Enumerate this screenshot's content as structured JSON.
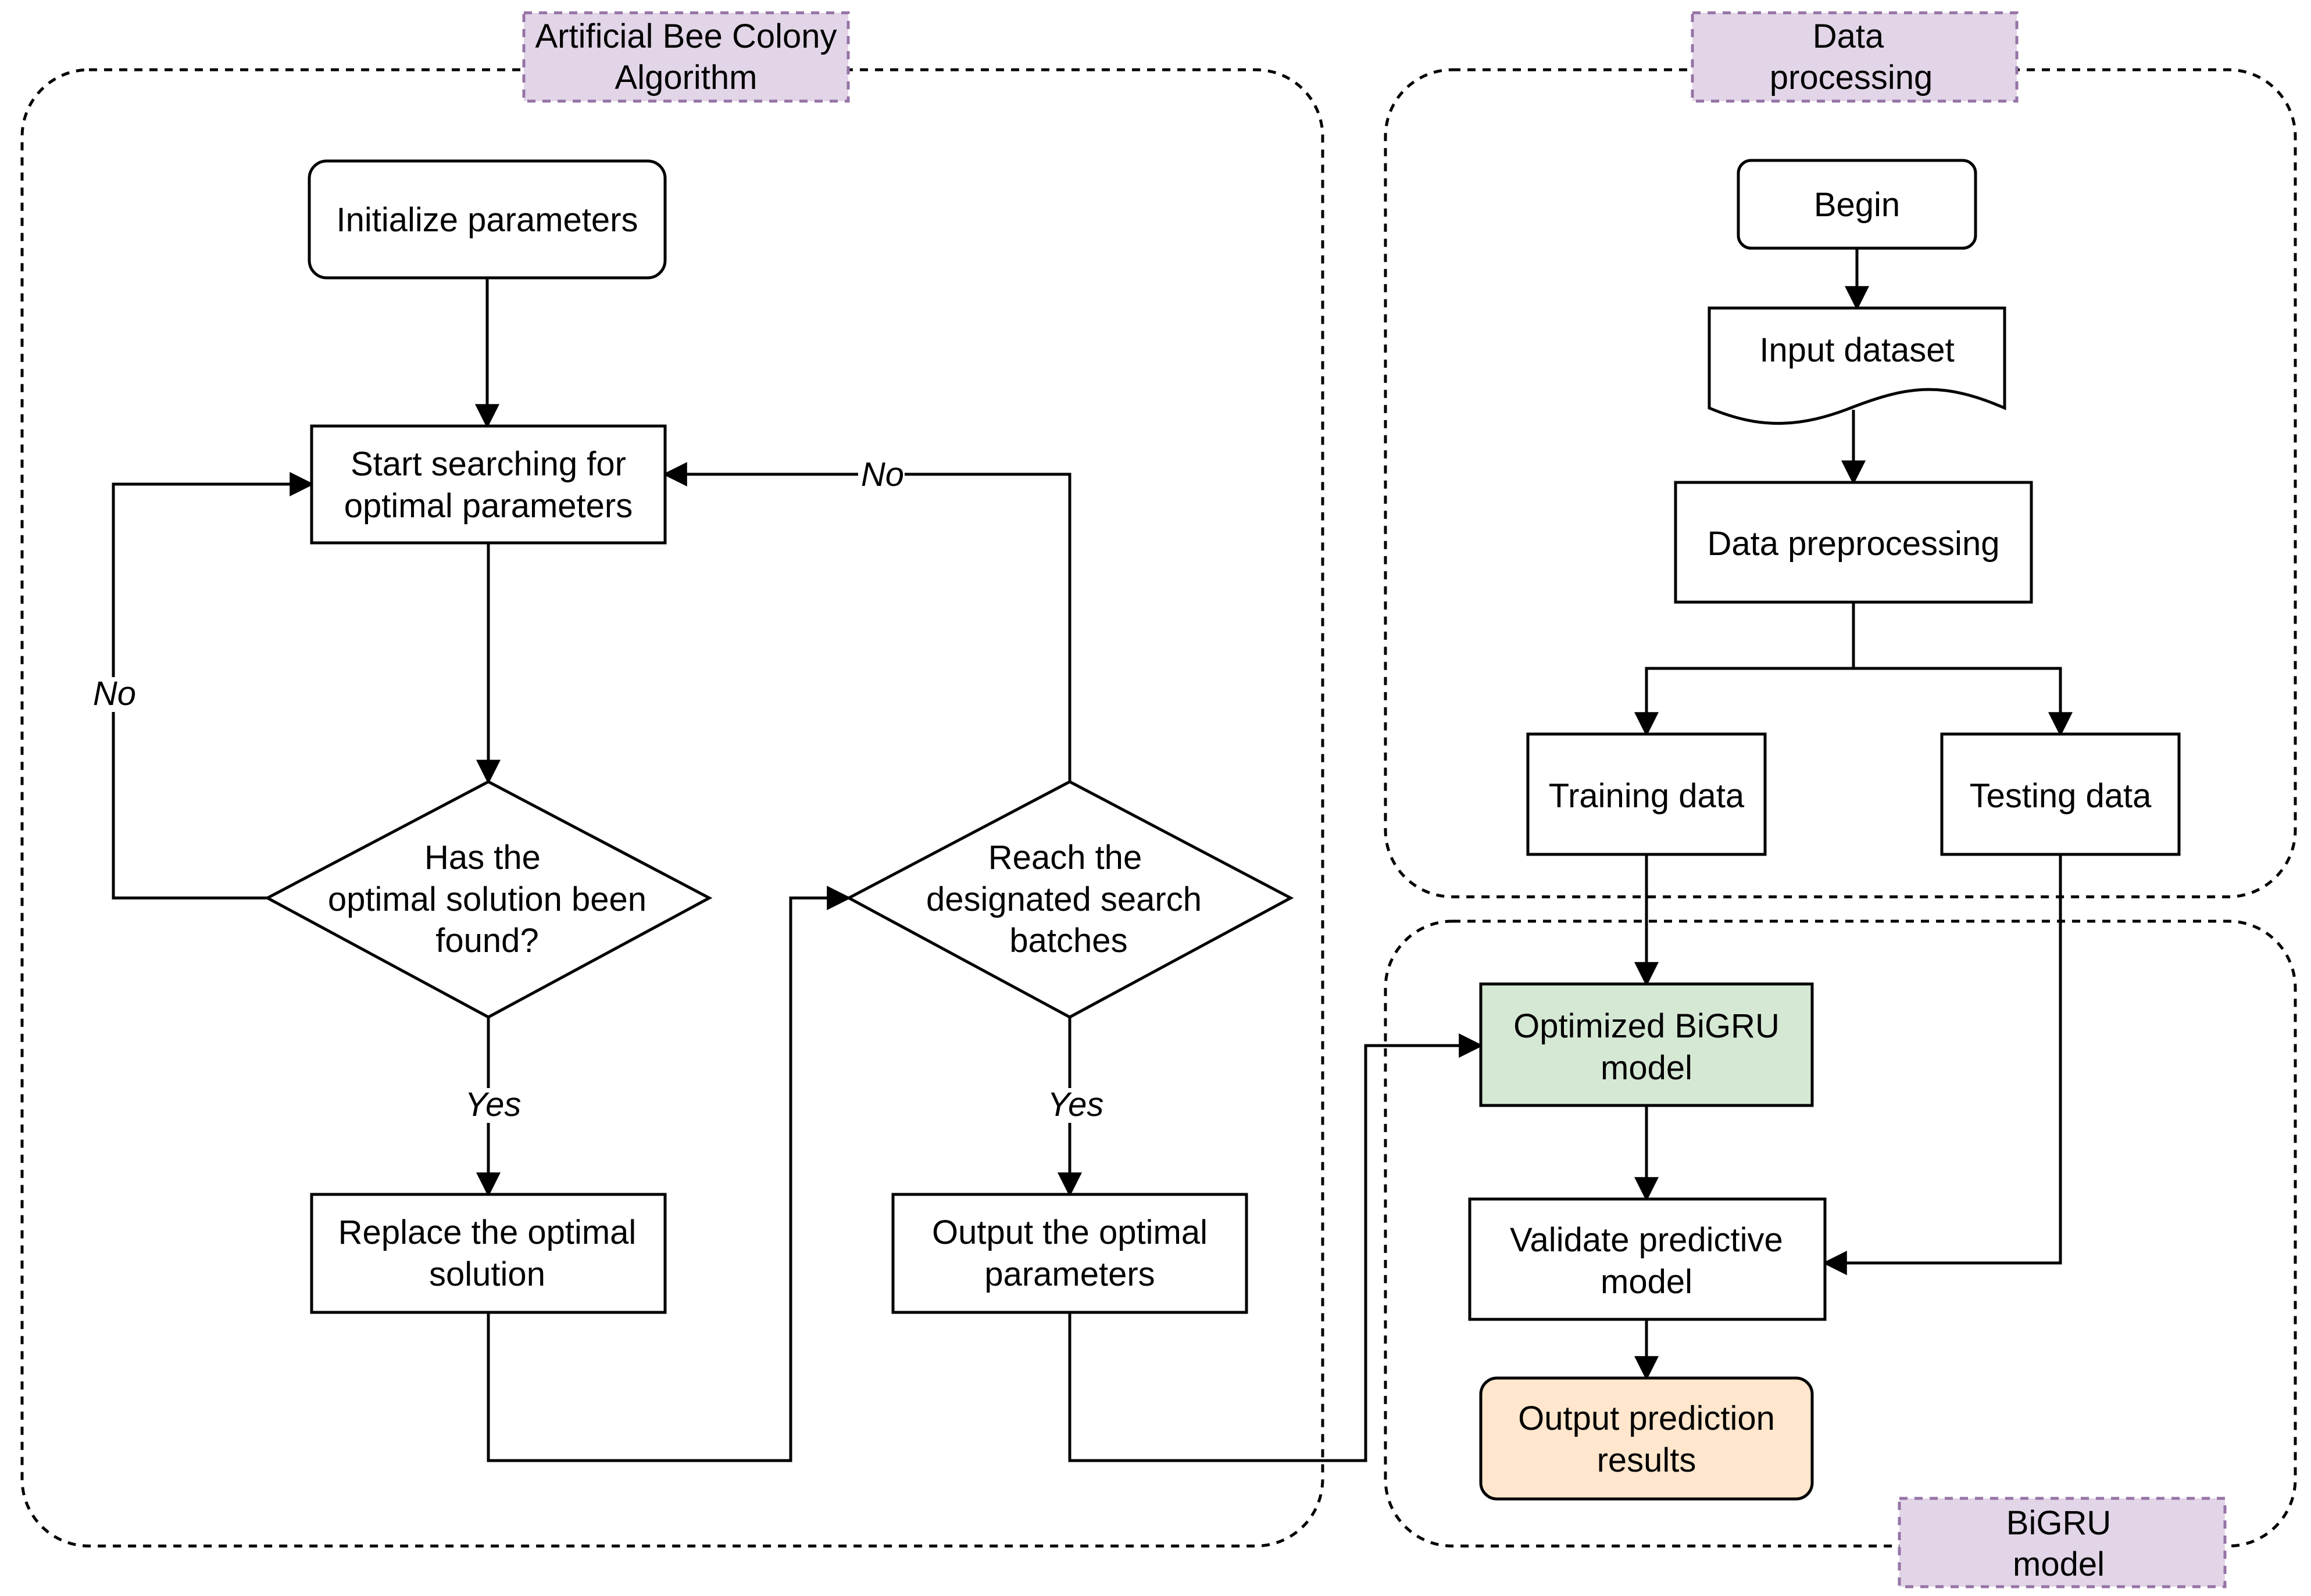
{
  "colors": {
    "stroke": "#000000",
    "text": "#000000",
    "background": "#ffffff",
    "group_tab_fill": "#e1d5e7",
    "group_tab_stroke": "#9673a6",
    "optimized_fill": "#d5e8d4",
    "optimized_stroke": "#82b366",
    "output_fill": "#ffe6cc",
    "output_stroke": "#d79b00"
  },
  "groups": {
    "abc": {
      "title": [
        "Artificial Bee Colony",
        "Algorithm"
      ]
    },
    "data": {
      "title": [
        "Data",
        "processing"
      ]
    },
    "bigru": {
      "title": [
        "BiGRU",
        "model"
      ]
    }
  },
  "nodes": {
    "initialize": [
      "Initialize parameters"
    ],
    "start_search": [
      "Start searching for",
      "optimal parameters"
    ],
    "found_decision": [
      "Has the",
      "optimal solution been",
      "found?"
    ],
    "replace": [
      "Replace the optimal",
      "solution"
    ],
    "reach_decision": [
      "Reach the",
      "designated search",
      "batches"
    ],
    "output_params": [
      "Output the optimal",
      "parameters"
    ],
    "begin": [
      "Begin"
    ],
    "input_dataset": [
      "Input dataset"
    ],
    "preprocessing": [
      "Data preprocessing"
    ],
    "training": [
      "Training data"
    ],
    "testing": [
      "Testing data"
    ],
    "optimized": [
      "Optimized BiGRU",
      "model"
    ],
    "validate": [
      "Validate predictive",
      "model"
    ],
    "output_results": [
      "Output prediction",
      "results"
    ]
  },
  "edge_labels": {
    "no_left": "No",
    "no_top": "No",
    "yes_left": "Yes",
    "yes_right": "Yes"
  }
}
